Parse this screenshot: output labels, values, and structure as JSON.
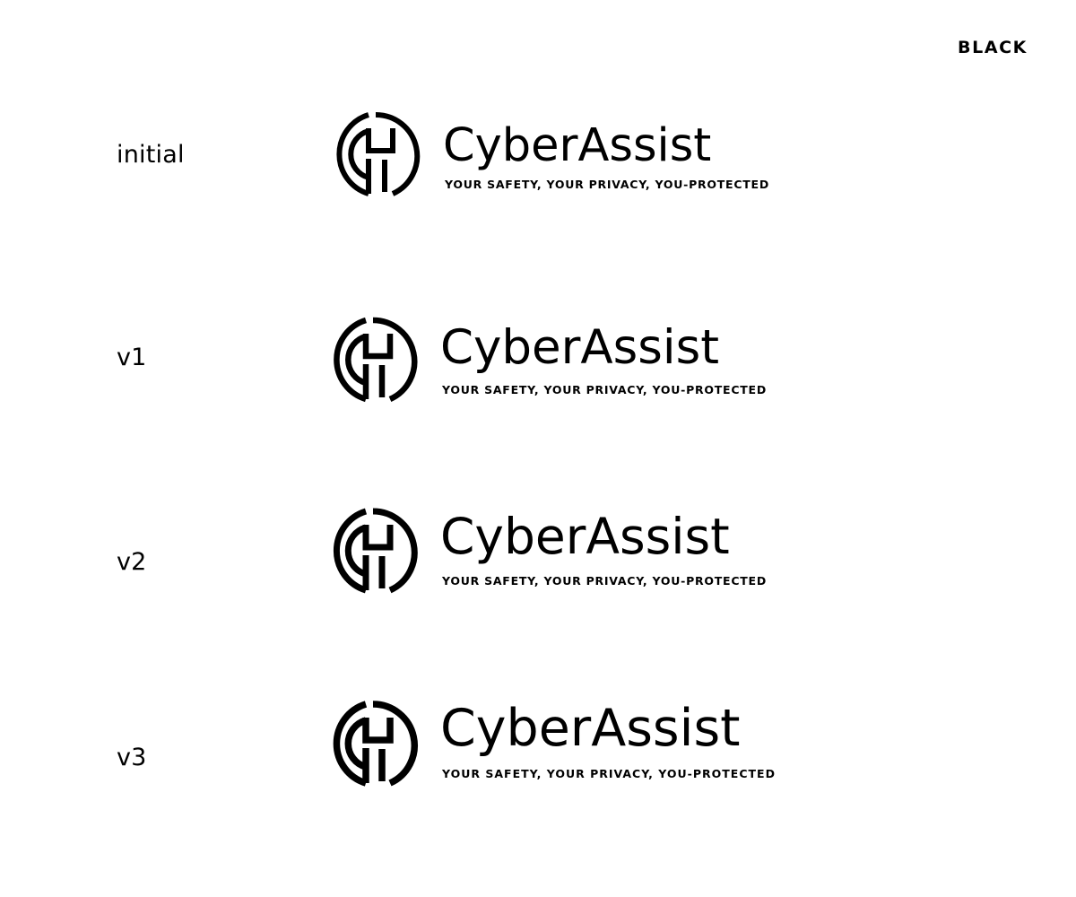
{
  "sheet": {
    "color_label": "BLACK",
    "ink_color": "#000000",
    "background_color": "#ffffff"
  },
  "variants": [
    {
      "label": "initial",
      "brand_name": "CyberAssist",
      "tagline": "YOUR SAFETY, YOUR PRIVACY, YOU-PROTECTED"
    },
    {
      "label": "v1",
      "brand_name": "CyberAssist",
      "tagline": "YOUR SAFETY, YOUR PRIVACY, YOU-PROTECTED"
    },
    {
      "label": "v2",
      "brand_name": "CyberAssist",
      "tagline": "YOUR SAFETY, YOUR PRIVACY, YOU-PROTECTED"
    },
    {
      "label": "v3",
      "brand_name": "CyberAssist",
      "tagline": "YOUR SAFETY, YOUR PRIVACY, YOU-PROTECTED"
    }
  ]
}
